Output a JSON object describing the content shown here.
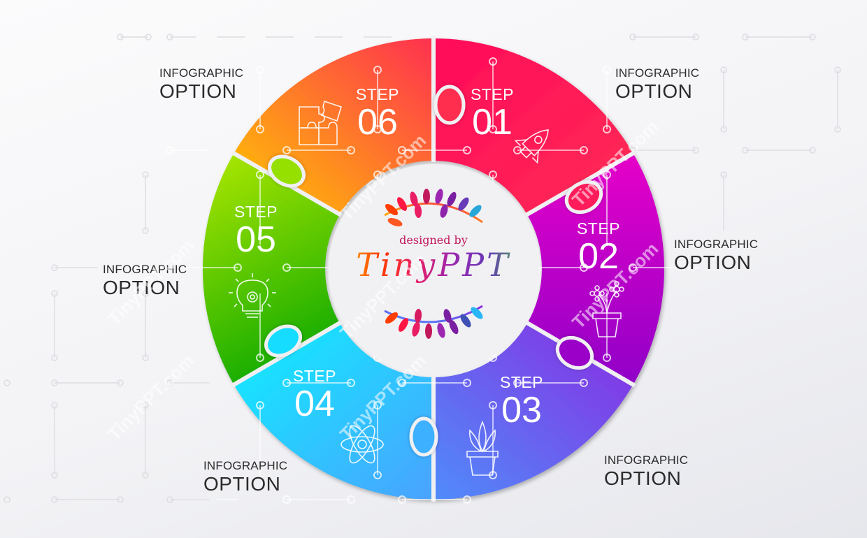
{
  "colors": {
    "background": "#f3f3f6",
    "step01": [
      "#ff0a5a",
      "#ff2d55"
    ],
    "step02": [
      "#e600c8",
      "#9b00c8"
    ],
    "step03": [
      "#8a2be2",
      "#5b7cfa"
    ],
    "step04": [
      "#12e4ff",
      "#46a8ff"
    ],
    "step05": [
      "#a8e600",
      "#22b000"
    ],
    "step06": [
      "#ffc400",
      "#ff3a4f"
    ],
    "label_text": "#2b2b2b"
  },
  "steps": [
    {
      "id": "01",
      "step_label": "STEP",
      "number": "01",
      "icon": "rocket-icon"
    },
    {
      "id": "02",
      "step_label": "STEP",
      "number": "02",
      "icon": "flower-pot-icon"
    },
    {
      "id": "03",
      "step_label": "STEP",
      "number": "03",
      "icon": "succulent-plant-icon"
    },
    {
      "id": "04",
      "step_label": "STEP",
      "number": "04",
      "icon": "atom-icon"
    },
    {
      "id": "05",
      "step_label": "STEP",
      "number": "05",
      "icon": "lightbulb-gear-icon"
    },
    {
      "id": "06",
      "step_label": "STEP",
      "number": "06",
      "icon": "puzzle-pieces-icon"
    }
  ],
  "options": [
    {
      "position": "top-right",
      "small": "INFOGRAPHIC",
      "big": "OPTION"
    },
    {
      "position": "right",
      "small": "INFOGRAPHIC",
      "big": "OPTION"
    },
    {
      "position": "bottom-right",
      "small": "INFOGRAPHIC",
      "big": "OPTION"
    },
    {
      "position": "bottom-left",
      "small": "INFOGRAPHIC",
      "big": "OPTION"
    },
    {
      "position": "left",
      "small": "INFOGRAPHIC",
      "big": "OPTION"
    },
    {
      "position": "top-left",
      "small": "INFOGRAPHIC",
      "big": "OPTION"
    }
  ],
  "center_logo": {
    "designed_by": "designed by",
    "brand": "TinyPPT"
  },
  "watermark": "TinyPPT.com"
}
